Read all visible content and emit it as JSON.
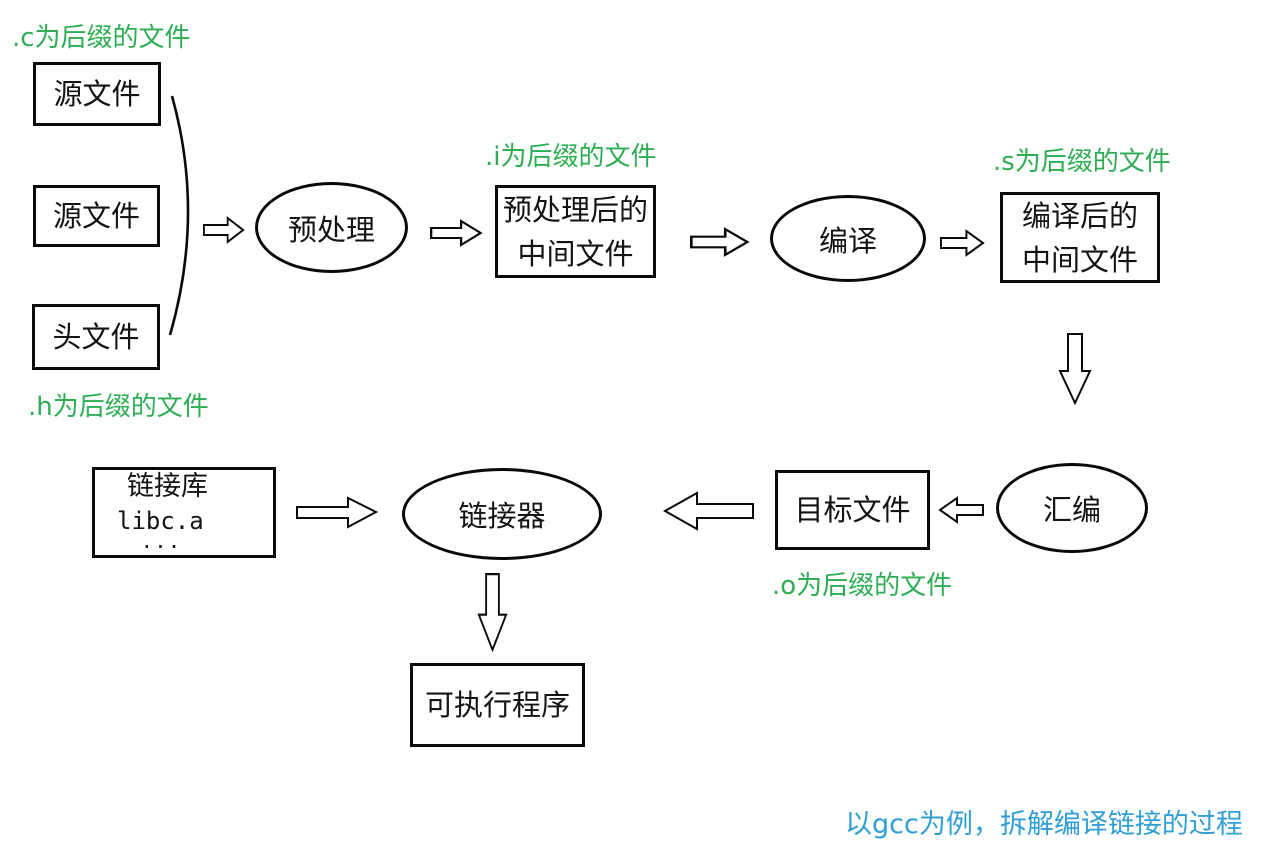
{
  "colors": {
    "label_green": "#2eae53",
    "caption_blue": "#2f9fd6",
    "shape_stroke": "#0a0a0a"
  },
  "annotations": {
    "c_suffix": ".c为后缀的文件",
    "h_suffix": ".h为后缀的文件",
    "i_suffix": ".i为后缀的文件",
    "s_suffix": ".s为后缀的文件",
    "o_suffix": ".o为后缀的文件"
  },
  "caption": "以gcc为例，拆解编译链接的过程",
  "nodes": {
    "source_file_1": "源文件",
    "source_file_2": "源文件",
    "header_file": "头文件",
    "preprocess": "预处理",
    "preprocessed_file_line1": "预处理后的",
    "preprocessed_file_line2": "中间文件",
    "compile": "编译",
    "compiled_file_line1": "编译后的",
    "compiled_file_line2": "中间文件",
    "assemble": "汇编",
    "object_file": "目标文件",
    "linker": "链接器",
    "link_library_line1": "链接库",
    "link_library_line2": "libc.a",
    "link_library_line3": "···",
    "executable": "可执行程序"
  }
}
